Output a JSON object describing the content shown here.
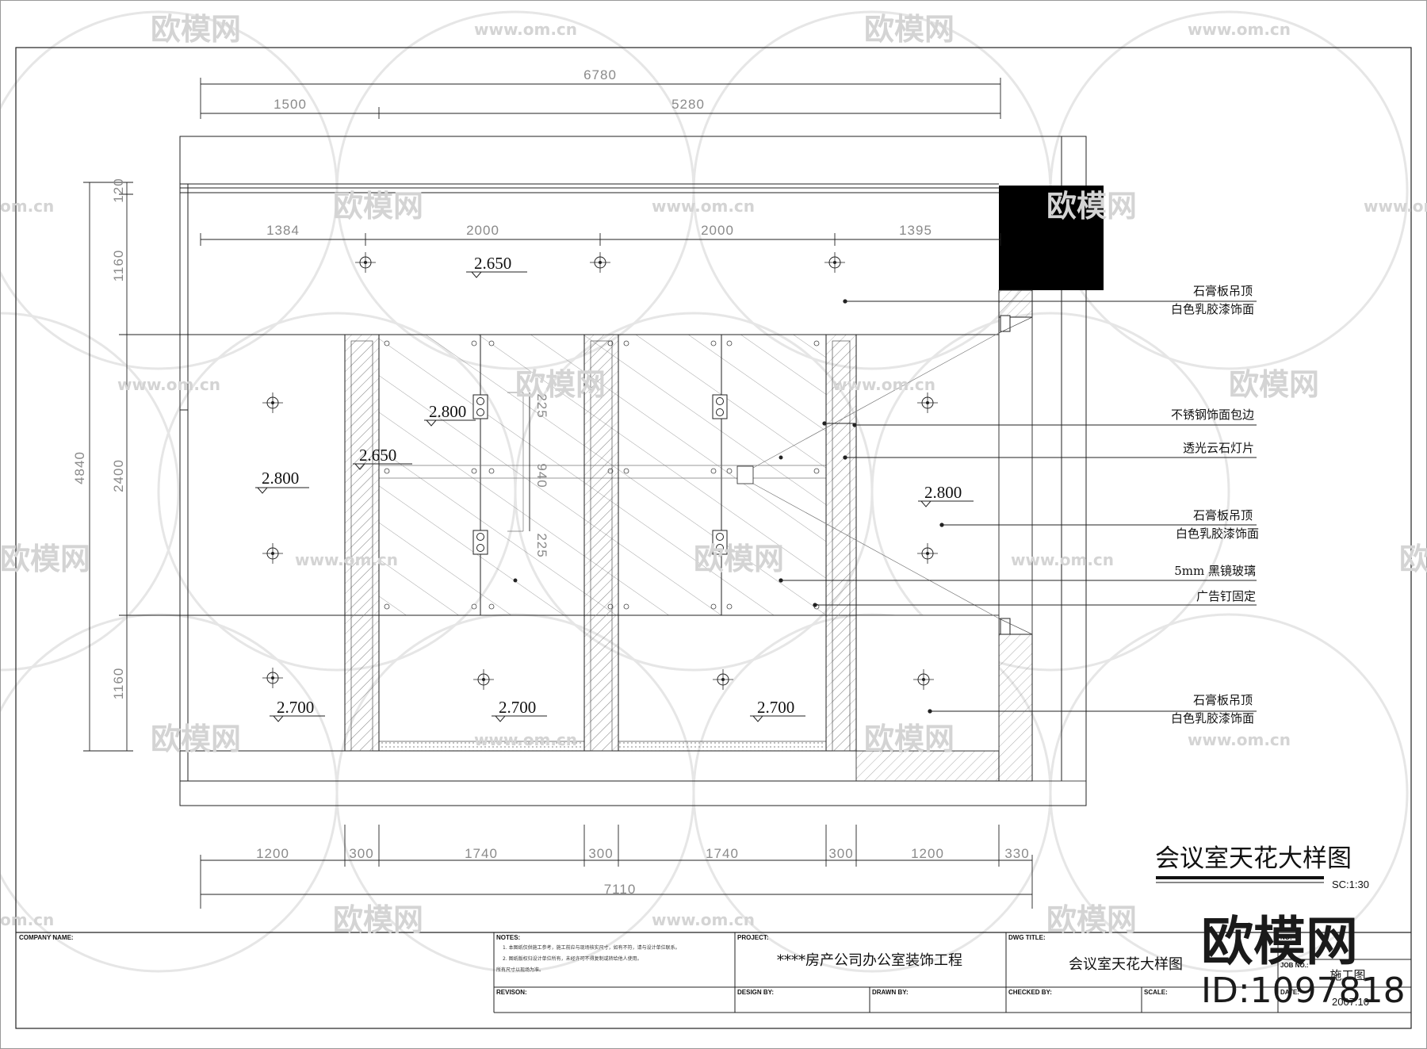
{
  "drawing": {
    "title": "会议室天花大样图",
    "scale": "SC:1:30"
  },
  "dims": {
    "top_total": "6780",
    "top_left": "1500",
    "top_right": "5280",
    "row2": [
      "1384",
      "2000",
      "2000",
      "1395"
    ],
    "left_total": "4840",
    "left_parts": [
      "120",
      "1160",
      "2400",
      "1160"
    ],
    "bottom": [
      "1200",
      "300",
      "1740",
      "300",
      "1740",
      "300",
      "1200",
      "330"
    ],
    "bottom_total": "7110",
    "inner_v": [
      "225",
      "940",
      "225"
    ]
  },
  "levels": {
    "top": "2.650",
    "left_mid": "2.800",
    "panel_upper": "2.800",
    "panel_left": "2.650",
    "right_mid": "2.800",
    "bottom_1": "2.700",
    "bottom_2": "2.700",
    "bottom_3": "2.700"
  },
  "callouts": [
    "石膏板吊顶",
    "白色乳胶漆饰面",
    "不锈钢饰面包边",
    "透光云石灯片",
    "石膏板吊顶",
    "白色乳胶漆饰面",
    "5mm 黑镜玻璃",
    "广告钉固定",
    "石膏板吊顶",
    "白色乳胶漆饰面"
  ],
  "title_block": {
    "company_label": "COMPANY NAME:",
    "notes_label": "NOTES:",
    "notes_lines": [
      "1. 本图纸仅供施工参考，施工前应与现场核实尺寸，如有不符，请与设计单位联系。",
      "2. 图纸版权归设计单位所有，未经许可不得复制或转给他人使用。",
      "所有尺寸以现场为准。"
    ],
    "revision_label": "REVISON:",
    "project_label": "PROJECT:",
    "project_value": "****房产公司办公室装饰工程",
    "design_label": "DESIGN BY:",
    "drawn_label": "DRAWN BY:",
    "dwg_title_label": "DWG TITLE:",
    "dwg_title_value": "会议室天花大样图",
    "checked_label": "CHECKED BY:",
    "scale_label": "SCALE:",
    "dwg_no_label": "NO:",
    "job_no_label": "JOB NO.:",
    "stage_value": "施工图",
    "date_label": "DATE:",
    "date_value": "2007.10"
  },
  "watermarks": {
    "brand": "欧模网",
    "url": "www.om.cn",
    "url_short": "om.cn",
    "id": "ID:1097818"
  }
}
